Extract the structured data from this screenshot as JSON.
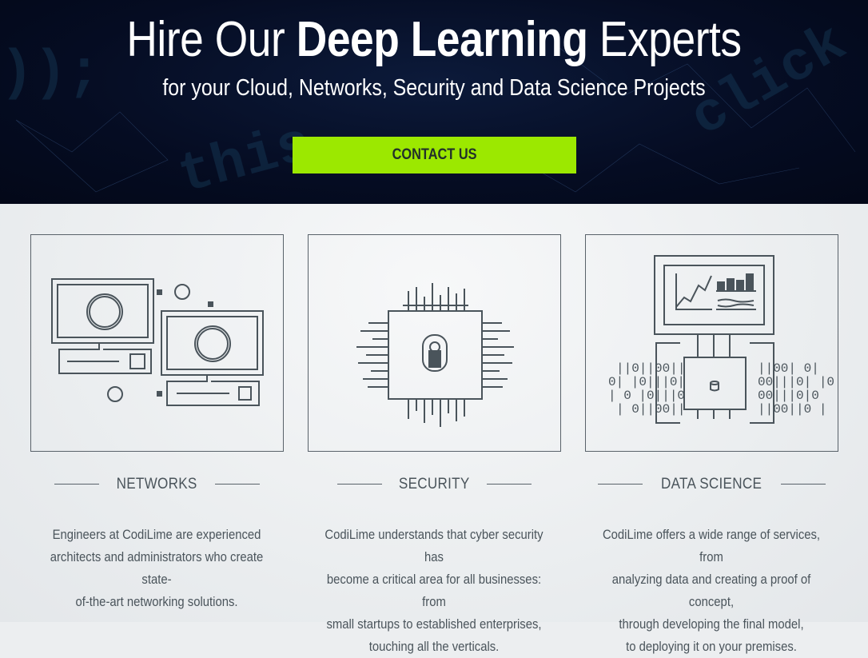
{
  "hero": {
    "title_pre": "Hire Our ",
    "title_bold": "Deep Learning",
    "title_post": " Experts",
    "subtitle": "for your Cloud, Networks, Security and Data Science Projects",
    "cta": "CONTACT US",
    "accent": "#9ce800"
  },
  "cards": [
    {
      "icon": "networks-illustration",
      "heading": "NETWORKS",
      "lines": [
        "Engineers at CodiLime are experienced",
        "architects and administrators who create state-",
        "of-the-art networking solutions."
      ]
    },
    {
      "icon": "security-chip-illustration",
      "heading": "SECURITY",
      "lines": [
        "CodiLime understands that cyber security has",
        "become a critical area for all businesses: from",
        "small startups to established enterprises,",
        "touching all the verticals."
      ]
    },
    {
      "icon": "data-science-illustration",
      "heading": "DATA SCIENCE",
      "lines": [
        "CodiLime offers a wide range of services, from",
        "analyzing data and creating a proof of concept,",
        "through developing the final model,",
        "to deploying it on your premises."
      ]
    }
  ]
}
